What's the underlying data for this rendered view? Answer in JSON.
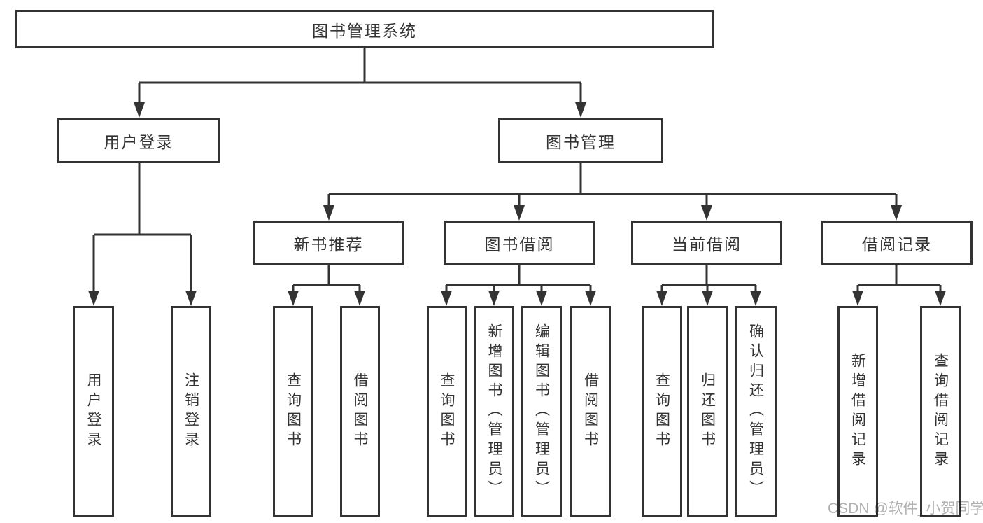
{
  "watermark": {
    "text": "CSDN @软件_小贺同学"
  },
  "colors": {
    "line": "#333333",
    "text": "#333333",
    "box_background": "#ffffff",
    "page_background": "#ffffff",
    "watermark": "#b0b0b0"
  },
  "chart_data": {
    "type": "tree-diagram",
    "title": "图书管理系统"
  },
  "tree": {
    "root": {
      "label": "图书管理系统"
    },
    "children": [
      {
        "label": "用户登录",
        "children": [
          {
            "label": "用户登录"
          },
          {
            "label": "注销登录"
          }
        ]
      },
      {
        "label": "图书管理",
        "children": [
          {
            "label": "新书推荐",
            "children": [
              {
                "label": "查询图书"
              },
              {
                "label": "借阅图书"
              }
            ]
          },
          {
            "label": "图书借阅",
            "children": [
              {
                "label": "查询图书"
              },
              {
                "label": "新增图书（管理员）"
              },
              {
                "label": "编辑图书（管理员）"
              },
              {
                "label": "借阅图书"
              }
            ]
          },
          {
            "label": "当前借阅",
            "children": [
              {
                "label": "查询图书"
              },
              {
                "label": "归还图书"
              },
              {
                "label": "确认归还（管理员）"
              }
            ]
          },
          {
            "label": "借阅记录",
            "children": [
              {
                "label": "新增借阅记录"
              },
              {
                "label": "查询借阅记录"
              }
            ]
          }
        ]
      }
    ]
  }
}
